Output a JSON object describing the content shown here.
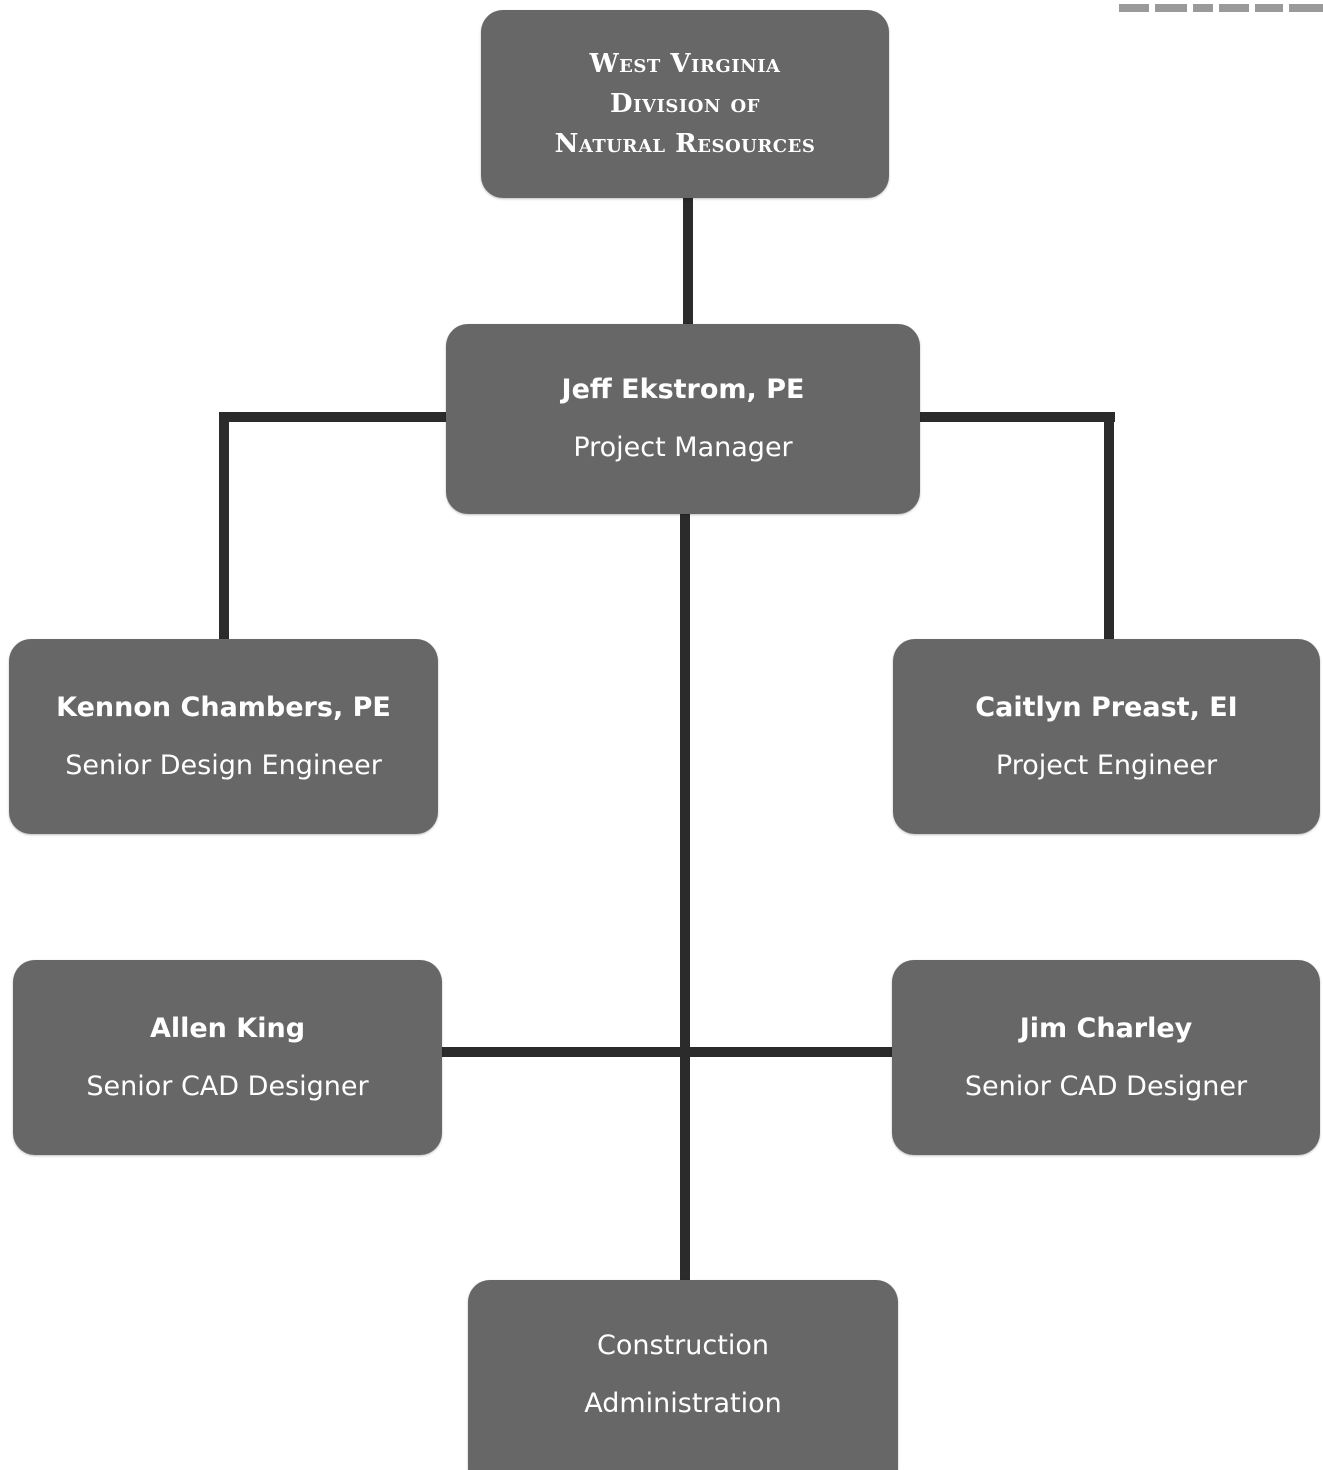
{
  "org_chart": {
    "root": {
      "lines": [
        "West Virginia",
        "Division of",
        "Natural Resources"
      ]
    },
    "manager": {
      "name": "Jeff Ekstrom, PE",
      "title": "Project Manager"
    },
    "senior_design_engineer": {
      "name": "Kennon Chambers, PE",
      "title": "Senior Design Engineer"
    },
    "project_engineer": {
      "name": "Caitlyn Preast, EI",
      "title": "Project Engineer"
    },
    "cad_designer_left": {
      "name": "Allen King",
      "title": "Senior CAD Designer"
    },
    "cad_designer_right": {
      "name": "Jim Charley",
      "title": "Senior CAD Designer"
    },
    "construction_admin": {
      "lines": [
        "Construction",
        "Administration"
      ]
    }
  },
  "colors": {
    "box_fill": "#676767",
    "connector": "#2b2b2b",
    "text": "#ffffff"
  }
}
